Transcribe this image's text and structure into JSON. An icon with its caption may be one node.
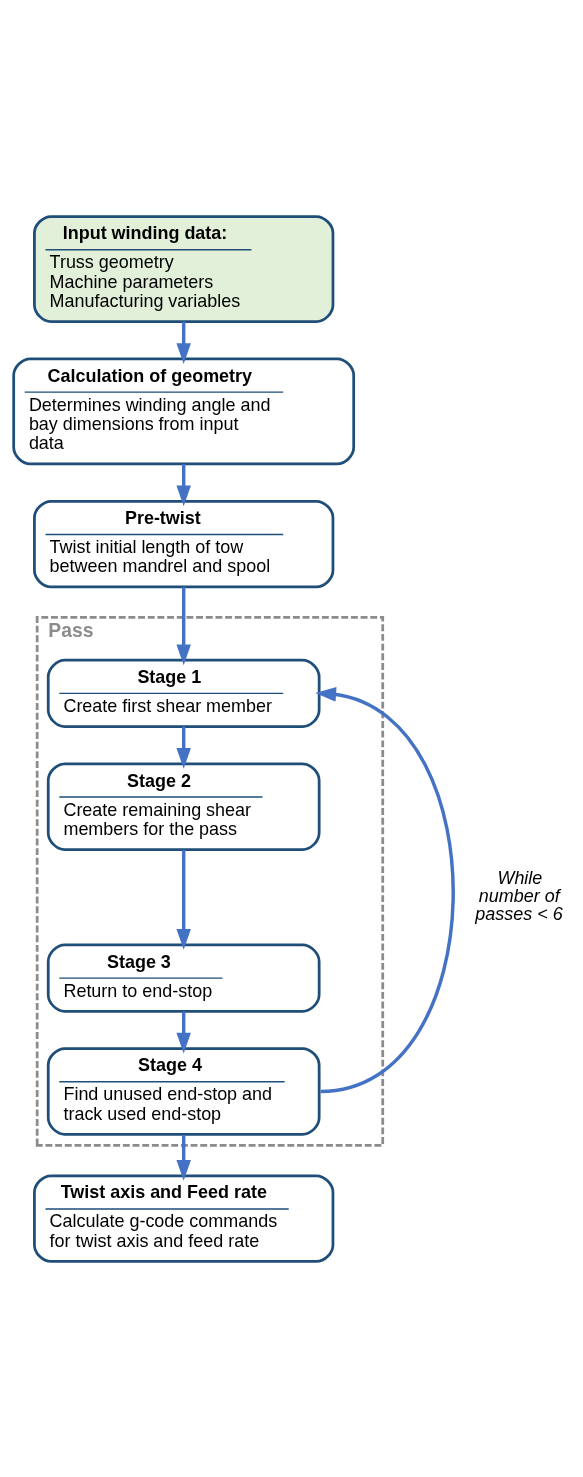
{
  "diagram": {
    "nodes": [
      {
        "text": [
          "Input winding data:",
          "Truss geometry",
          "Machine parameters",
          "Manufacturing variables"
        ]
      },
      {
        "text": [
          "Calculation of geometry",
          "Determines winding angle and bay dimensions from input data"
        ]
      },
      {
        "text": [
          "Pre-twist",
          "Twist initial length of tow between mandrel and spool"
        ]
      },
      {
        "text": [
          "Pass"
        ]
      },
      {
        "text": [
          "Stage 1",
          "Create first shear member"
        ],
        "in": 3
      },
      {
        "text": [
          "Stage 2",
          "Create remaining shear members for the pass"
        ],
        "in": 3
      },
      {
        "text": [
          "Stage 3",
          "Return to end-stop"
        ],
        "in": 3
      },
      {
        "text": [
          "Stage 4",
          "Find unused end-stop and track used end-stop"
        ],
        "in": 3
      },
      {
        "text": [
          "Twist axis and Feed rate",
          "Calculate g-code commands for twist axis and feed rate"
        ]
      }
    ],
    "edges": [
      {
        "from": 0,
        "to": 1,
        "arrow": "to"
      },
      {
        "from": 1,
        "to": 2,
        "arrow": "to"
      },
      {
        "from": 2,
        "to": 4,
        "arrow": "to"
      },
      {
        "from": 4,
        "to": 5,
        "arrow": "to"
      },
      {
        "from": 5,
        "to": 6,
        "arrow": "to"
      },
      {
        "from": 6,
        "to": 7,
        "arrow": "to"
      },
      {
        "from": 7,
        "to": 4,
        "arrow": "to",
        "label": "While number of passes < 6"
      },
      {
        "from": 7,
        "to": 8,
        "arrow": "to"
      }
    ]
  }
}
